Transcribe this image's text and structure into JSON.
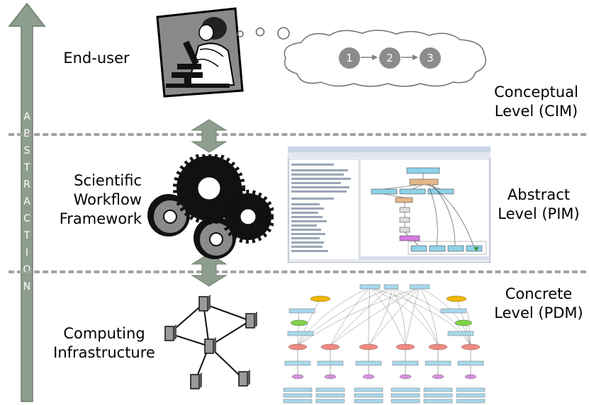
{
  "abstraction_letters": [
    "A",
    "B",
    "S",
    "T",
    "R",
    "A",
    "C",
    "T",
    "I",
    "O",
    "N"
  ],
  "actors": {
    "end_user": "End-user",
    "workflow_framework": [
      "Scientific",
      "Workflow",
      "Framework"
    ],
    "computing_infrastructure": [
      "Computing",
      "Infrastructure"
    ]
  },
  "levels": {
    "conceptual": [
      "Conceptual",
      "Level (CIM)"
    ],
    "abstract": [
      "Abstract",
      "Level (PIM)"
    ],
    "concrete": [
      "Concrete",
      "Level (PDM)"
    ]
  },
  "cloud_steps": [
    "1",
    "2",
    "3"
  ],
  "colors": {
    "arrow_fill": "#8e9e8e",
    "arrow_stroke": "#6d7d6d",
    "dashed_line": "#a3a3a3",
    "node_fill": "#9a9a9a"
  }
}
